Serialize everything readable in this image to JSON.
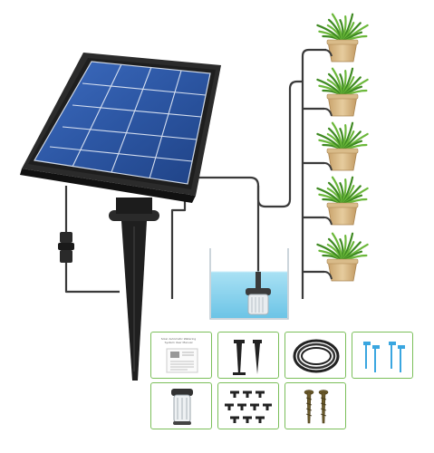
{
  "image": {
    "subject": "solar powered drip irrigation kit",
    "colors": {
      "frame": "#2b2b2b",
      "cell": "#2e5aa8",
      "cell_highlight": "#5b86d2",
      "tube": "#3a3a3a",
      "water": "#8fd3ee",
      "pot": "#d8b98a",
      "leaf": "#4f9c2e",
      "accessory_border": "#7bbf5a"
    },
    "plants_count": 5,
    "accessories": [
      {
        "name": "user-manual-icon"
      },
      {
        "name": "ground-stakes-icon"
      },
      {
        "name": "tubing-coil-icon"
      },
      {
        "name": "drip-stakes-icon"
      },
      {
        "name": "pump-icon"
      },
      {
        "name": "tee-connectors-icon"
      },
      {
        "name": "screws-icon"
      }
    ],
    "manual_text": "Solar Automatic Watering System User Manual"
  }
}
